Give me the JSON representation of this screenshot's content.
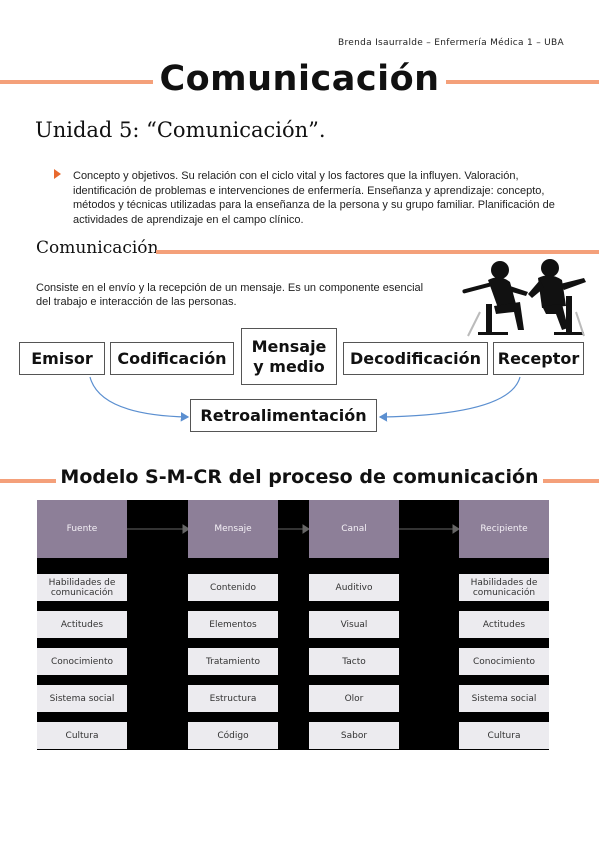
{
  "header": {
    "author_note": "Brenda Isaurralde – Enfermería Médica 1 – UBA"
  },
  "page": {
    "title": "Comunicación"
  },
  "unit": {
    "heading": "Unidad 5: “Comunicación”."
  },
  "bullet": {
    "text": "Concepto y objetivos. Su relación con el ciclo vital y los factores que la influyen. Valoración, identificación de problemas e intervenciones de enfermería. Enseñanza y aprendizaje: concepto, métodos y técnicas utilizadas para la enseñanza de la persona y su grupo familiar. Planificación de actividades de aprendizaje en el campo clínico."
  },
  "section": {
    "title": "Comunicación",
    "definition": "Consiste en el envío y la recepción de un mensaje. Es un componente esencial del trabajo e interacción de las personas."
  },
  "diagram": {
    "emisor": "Emisor",
    "codificacion": "Codificación",
    "mensaje_line1": "Mensaje",
    "mensaje_line2": "y medio",
    "decodificacion": "Decodificación",
    "receptor": "Receptor",
    "retroalimentacion": "Retroalimentación"
  },
  "model": {
    "title": "Modelo S-M-CR del proceso de comunicación",
    "columns": [
      {
        "header": "Fuente",
        "items": [
          "Habilidades de comunicación",
          "Actitudes",
          "Conocimiento",
          "Sistema social",
          "Cultura"
        ]
      },
      {
        "header": "Mensaje",
        "items": [
          "Contenido",
          "Elementos",
          "Tratamiento",
          "Estructura",
          "Código"
        ]
      },
      {
        "header": "Canal",
        "items": [
          "Auditivo",
          "Visual",
          "Tacto",
          "Olor",
          "Sabor"
        ]
      },
      {
        "header": "Recipiente",
        "items": [
          "Habilidades de comunicación",
          "Actitudes",
          "Conocimiento",
          "Sistema social",
          "Cultura"
        ]
      }
    ]
  },
  "colors": {
    "accent_rule": "#f4a07a",
    "bullet_arrow": "#e8692e",
    "model_header": "#8d7f98",
    "model_cell": "#ecebef"
  }
}
